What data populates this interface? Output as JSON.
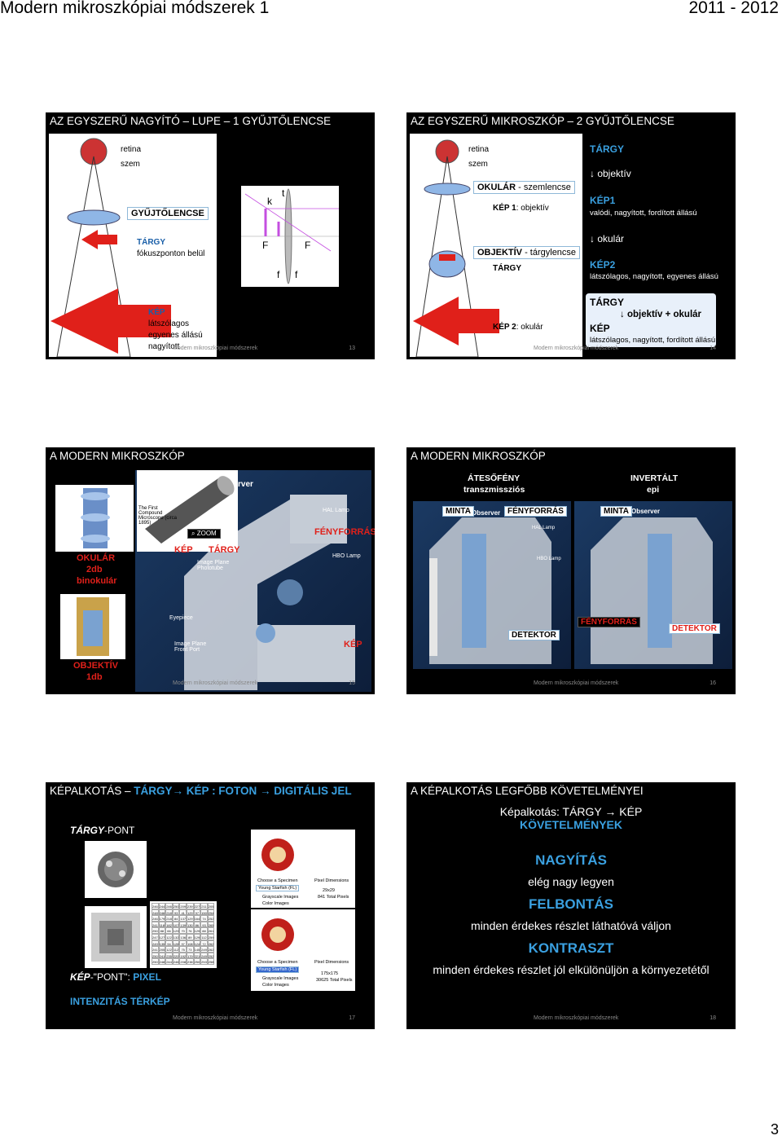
{
  "header": {
    "title": "Modern mikroszkópiai módszerek 1",
    "year": "2011 - 2012"
  },
  "page_number": "3",
  "footer_text": "Modern mikroszkópiai módszerek",
  "slides": [
    {
      "number": "13",
      "title": "AZ EGYSZERŰ NAGYÍTÓ – LUPE – 1 GYŰJTŐLENCSE",
      "labels": {
        "retina": "retina",
        "szem": "szem",
        "lens": "GYŰJTŐLENCSE",
        "targy": "TÁRGY",
        "targy_note": "fókuszponton belül",
        "kep": "KÉP",
        "kep_line1": "látszólagos",
        "kep_line2": "egyenes állású",
        "kep_line3": "nagyított",
        "k": "k",
        "t": "t",
        "F1": "F",
        "F2": "F",
        "f1": "f",
        "f2": "f"
      }
    },
    {
      "number": "14",
      "title": "AZ EGYSZERŰ MIKROSZKÓP – 2 GYŰJTŐLENCSE",
      "labels": {
        "retina": "retina",
        "szem": "szem",
        "okular": "OKULÁR",
        "okular_sub": " - szemlencse",
        "kep1_obj": "KÉP 1",
        "kep1_obj_sub": ": objektív",
        "objektiv": "OBJEKTÍV",
        "objektiv_sub": " - tárgylencse",
        "targy": "TÁRGY",
        "kep2_ok": "KÉP 2",
        "kep2_ok_sub": ": okulár",
        "r_targy": "TÁRGY",
        "r_arrow1": "↓ objektív",
        "r_kep1": "KÉP1",
        "r_kep1_sub": "valódi, nagyított, fordított állású",
        "r_arrow2": "↓ okulár",
        "r_kep2": "KÉP2",
        "r_kep2_sub": "látszólagos, nagyított, egyenes állású",
        "r_targy2": "TÁRGY",
        "r_arrow3": "↓ objektív + okulár",
        "r_kep": "KÉP",
        "r_kep_sub": "látszólagos, nagyított, fordított állású"
      }
    },
    {
      "number": "15",
      "title": "A MODERN MIKROSZKÓP",
      "labels": {
        "okular": "OKULÁR",
        "okular2": "2db",
        "okular3": "binokulár",
        "objektiv": "OBJEKTÍV",
        "objektiv2": "1db",
        "kep": "KÉP",
        "targy": "TÁRGY",
        "fenyforras": "FÉNYFORRÁS",
        "kep2": "KÉP",
        "first_compound": "The First Compound Microscope (circa 1895)",
        "zoom": "ZOOM",
        "hal_lamp": "HAL Lamp",
        "hbo_lamp": "HBO Lamp",
        "image_plane": "Image Plane Phototube",
        "eyepiece": "Eyepiece",
        "front_port": "Image Plane Front Port",
        "observer": "rver"
      }
    },
    {
      "number": "16",
      "title": "A MODERN MIKROSZKÓP",
      "labels": {
        "atesofeny": "ÁTESŐFÉNY",
        "transz": "transzmissziós",
        "invertalt": "INVERTÁLT",
        "epi": "epi",
        "minta1": "MINTA",
        "fenyforras1": "FÉNYFORRÁS",
        "minta2": "MINTA",
        "detektor1": "DETEKTOR",
        "fenyforras2": "FÉNYFORRÁS",
        "detektor2": "DETEKTOR",
        "observer": "Observer",
        "hal_lamp": "HAL Lamp",
        "hbo_lamp": "HBO Lamp"
      }
    },
    {
      "number": "17",
      "title_a": "KÉPALKOTÁS – ",
      "title_b": "TÁRGY",
      "title_c": "→ KÉP : FOTON → DIGITÁLIS JEL",
      "labels": {
        "targy_pont_a": "TÁRGY",
        "targy_pont_b": "-PONT",
        "kep_pont_a": "KÉP",
        "kep_pont_b": "-\"PONT\": ",
        "kep_pont_c": "PIXEL",
        "intenzitas": "INTENZITÁS TÉRKÉP",
        "choose": "Choose a Specimen",
        "starfish": "Young Starfish (FL)",
        "grayscale": "Grayscale Images",
        "color": "Color Images",
        "pixel_dim": "Pixel Dimensions",
        "dim1": "29x29",
        "dim1b": "841 Total Pixels",
        "dim2": "175x175",
        "dim2b": "30625 Total Pixels"
      }
    },
    {
      "number": "18",
      "title": "A KÉPALKOTÁS LEGFŐBB KÖVETELMÉNYEI",
      "labels": {
        "line1": "Képalkotás: TÁRGY → KÉP",
        "kovetelmenyek": "KÖVETELMÉNYEK",
        "nagyitas": "NAGYÍTÁS",
        "nagyitas_sub": "elég nagy legyen",
        "felbontas": "FELBONTÁS",
        "felbontas_sub": "minden érdekes részlet láthatóvá váljon",
        "kontraszt": "KONTRASZT",
        "kontraszt_sub": "minden érdekes részlet jól elkülönüljön a környezetétől"
      }
    }
  ],
  "grid": [
    [
      246,
      244,
      246,
      250,
      209,
      239,
      227,
      211,
      205
    ],
    [
      248,
      246,
      218,
      93,
      41,
      129,
      97,
      150,
      254
    ],
    [
      246,
      179,
      218,
      84,
      137,
      129,
      164,
      74,
      252
    ],
    [
      241,
      118,
      182,
      107,
      139,
      130,
      86,
      93,
      265
    ],
    [
      250,
      88,
      66,
      129,
      70,
      76,
      129,
      88,
      261
    ],
    [
      247,
      127,
      122,
      132,
      136,
      89,
      129,
      112,
      259
    ],
    [
      249,
      135,
      94,
      128,
      97,
      108,
      124,
      72,
      262
    ],
    [
      241,
      205,
      122,
      112,
      75,
      73,
      145,
      249,
      262
    ],
    [
      250,
      241,
      235,
      220,
      192,
      179,
      221,
      249,
      252
    ],
    [
      250,
      248,
      244,
      246,
      208,
      238,
      250,
      253,
      258
    ]
  ],
  "colors": {
    "accent": "#3aa0e0",
    "red": "#e0201a",
    "slide_bg": "#000000"
  }
}
